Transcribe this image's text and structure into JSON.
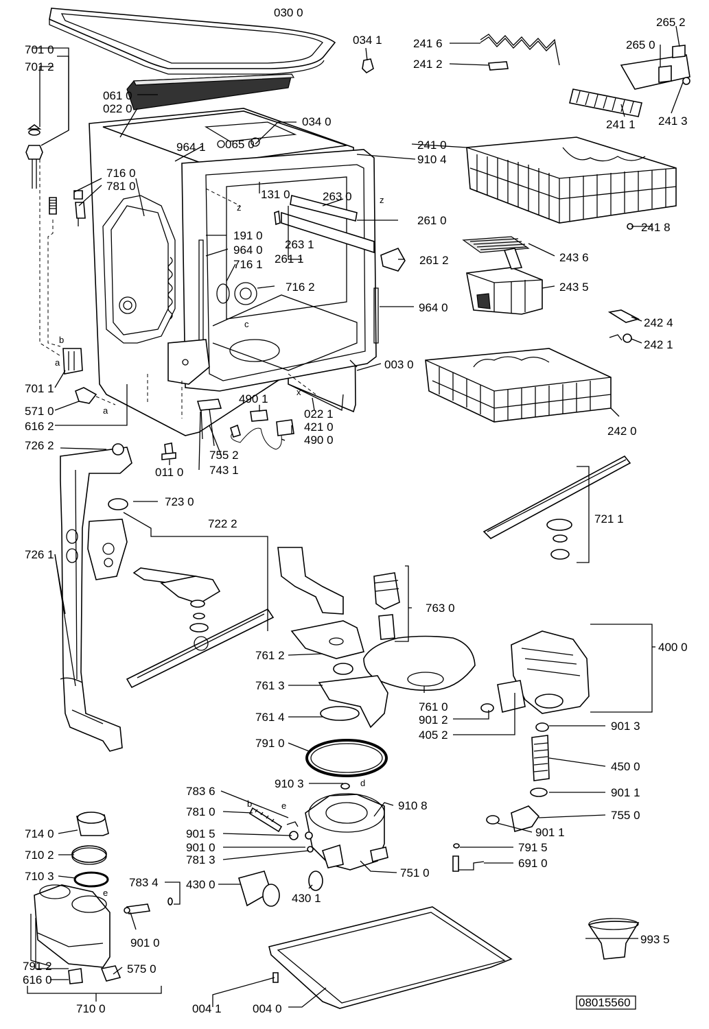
{
  "drawing_number": "08015560",
  "letters": [
    "a",
    "b",
    "c",
    "x",
    "z",
    "d",
    "e"
  ],
  "parts": [
    "030 0",
    "034 1",
    "241 6",
    "241 2",
    "265 2",
    "265 0",
    "701 0",
    "701 2",
    "061 0",
    "022 0",
    "034 0",
    "065 0",
    "241 1",
    "241 3",
    "964 1",
    "241 0",
    "910 4",
    "716 0",
    "781 0",
    "131 0",
    "263 0",
    "261 0",
    "191 0",
    "263 1",
    "261 1",
    "261 2",
    "241 8",
    "964 0",
    "716 1",
    "716 2",
    "243 6",
    "243 5",
    "964 0",
    "242 4",
    "242 1",
    "701 1",
    "003 0",
    "571 0",
    "616 2",
    "490 1",
    "022 1",
    "421 0",
    "490 0",
    "242 0",
    "726 2",
    "755 2",
    "011 0",
    "743 1",
    "723 0",
    "722 2",
    "721 1",
    "726 1",
    "763 0",
    "400 0",
    "761 2",
    "761 3",
    "761 0",
    "901 2",
    "761 4",
    "405 2",
    "901 3",
    "791 0",
    "450 0",
    "910 3",
    "783 6",
    "910 8",
    "901 1",
    "781 0",
    "755 0",
    "714 0",
    "901 5",
    "901 1",
    "901 0",
    "791 5",
    "710 2",
    "781 3",
    "751 0",
    "691 0",
    "710 3",
    "783 4",
    "430 0",
    "430 1",
    "901 0",
    "993 5",
    "791 2",
    "575 0",
    "616 0",
    "710 0",
    "004 1",
    "004 0"
  ]
}
